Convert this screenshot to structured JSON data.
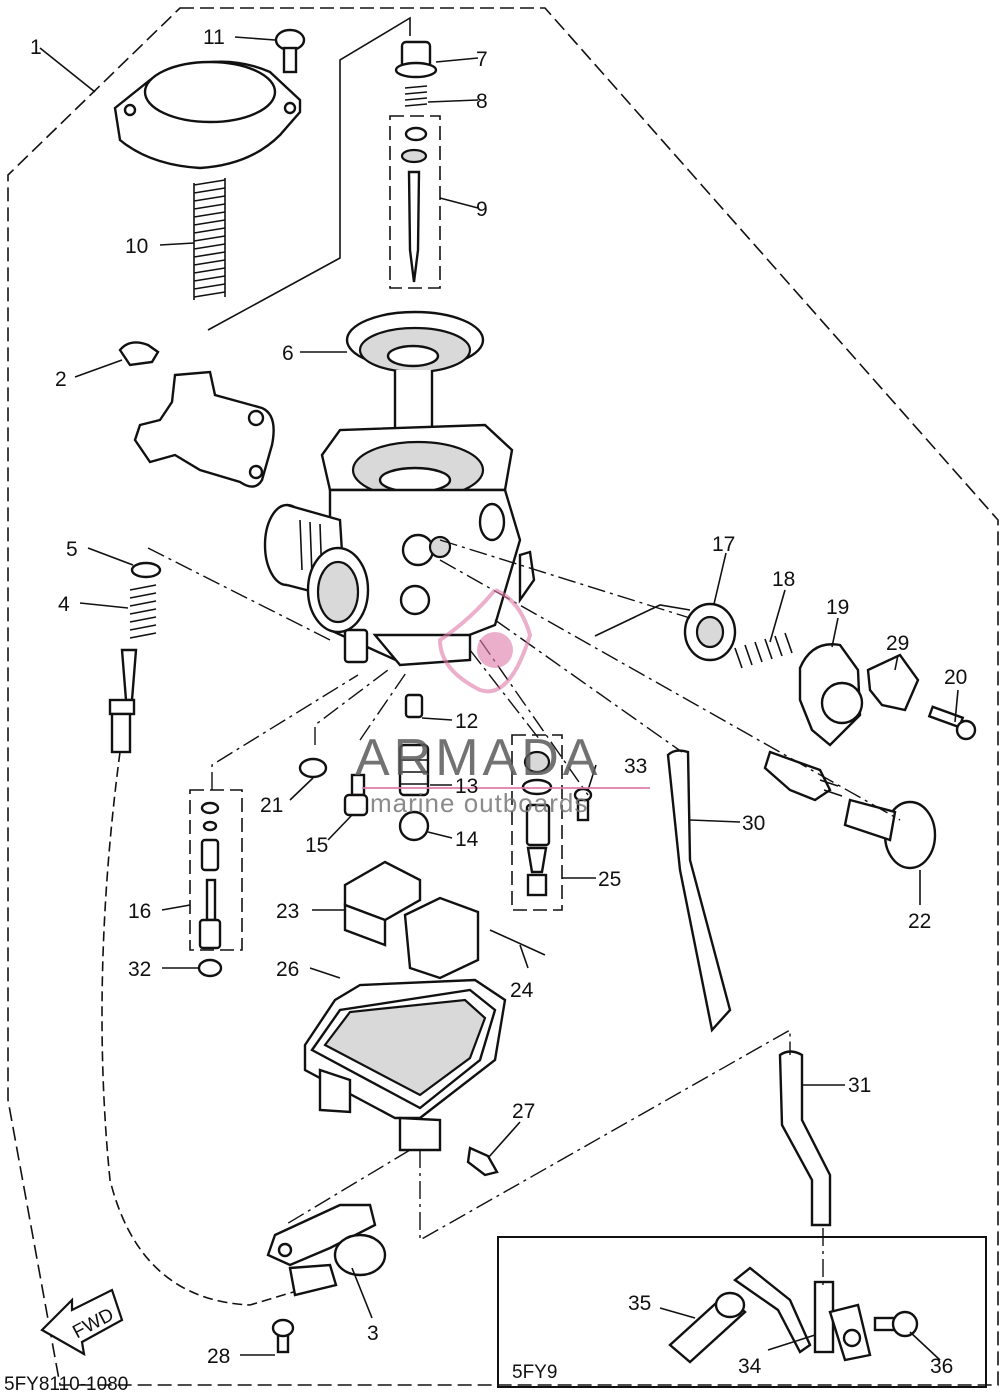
{
  "diagram": {
    "reference_code": "5FY8110-1080",
    "inset_label": "5FY9",
    "direction_label": "FWD",
    "watermark": {
      "brand": "ARMADA",
      "tagline": "marine outboards",
      "accent_color": "#e07aa8"
    },
    "callouts": [
      "1",
      "2",
      "3",
      "4",
      "5",
      "6",
      "7",
      "8",
      "9",
      "10",
      "11",
      "12",
      "13",
      "14",
      "15",
      "16",
      "17",
      "18",
      "19",
      "20",
      "21",
      "22",
      "23",
      "24",
      "25",
      "26",
      "27",
      "28",
      "29",
      "30",
      "31",
      "32",
      "33",
      "34",
      "35",
      "36"
    ]
  }
}
